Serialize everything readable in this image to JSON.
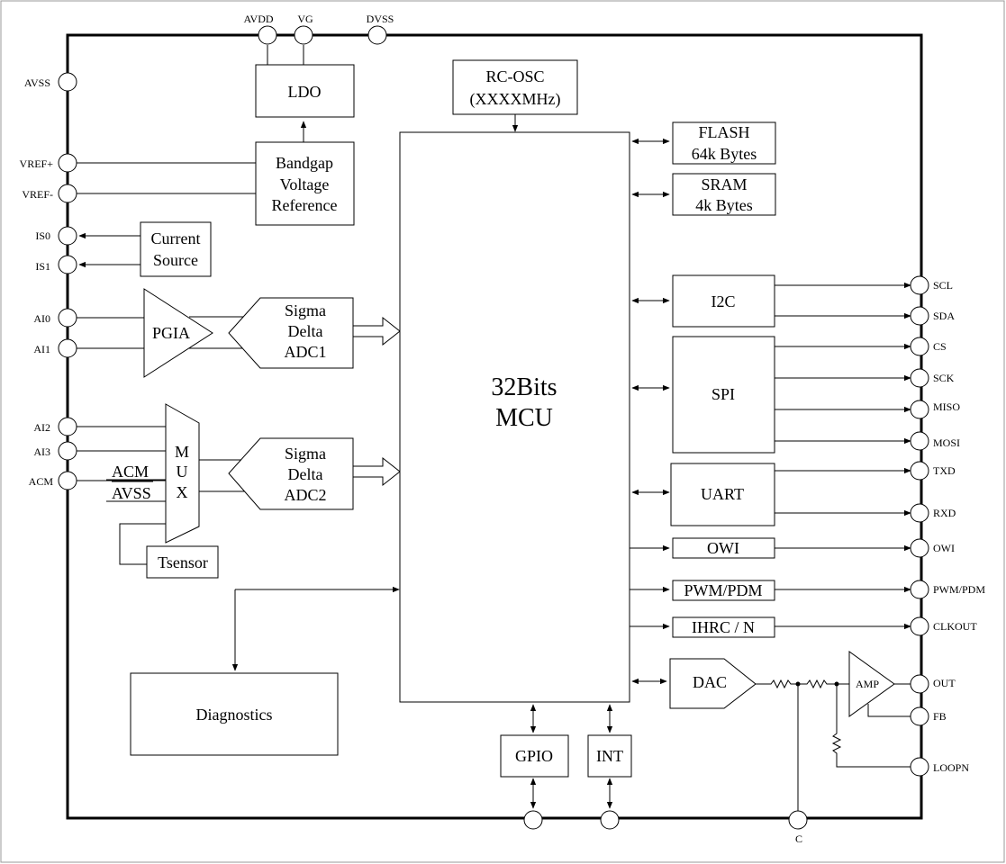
{
  "top_pins": {
    "avdd": "AVDD",
    "vg": "VG",
    "dvss": "DVSS"
  },
  "left_pins": {
    "avss": "AVSS",
    "vref_plus": "VREF+",
    "vref_minus": "VREF-",
    "is0": "IS0",
    "is1": "IS1",
    "ai0": "AI0",
    "ai1": "AI1",
    "ai2": "AI2",
    "ai3": "AI3",
    "acm": "ACM"
  },
  "right_pins": {
    "scl": "SCL",
    "sda": "SDA",
    "cs": "CS",
    "sck": "SCK",
    "miso": "MISO",
    "mosi": "MOSI",
    "txd": "TXD",
    "rxd": "RXD",
    "owi": "OWI",
    "pwm_pdm": "PWM/PDM",
    "clkout": "CLKOUT",
    "out": "OUT",
    "fb": "FB",
    "loopn": "LOOPN"
  },
  "bottom_pins": {
    "c": "C"
  },
  "blocks": {
    "ldo": "LDO",
    "rc_osc": [
      "RC-OSC",
      "(XXXXMHz)"
    ],
    "bandgap": [
      "Bandgap",
      "Voltage",
      "Reference"
    ],
    "current_source": [
      "Current",
      "Source"
    ],
    "pgia": "PGIA",
    "adc1": [
      "Sigma",
      "Delta",
      "ADC1"
    ],
    "adc2": [
      "Sigma",
      "Delta",
      "ADC2"
    ],
    "mux": [
      "M",
      "U",
      "X"
    ],
    "mux_inputs": {
      "acm": "ACM",
      "avss": "AVSS"
    },
    "tsensor": "Tsensor",
    "mcu": [
      "32Bits",
      "MCU"
    ],
    "flash": [
      "FLASH",
      "64k Bytes"
    ],
    "sram": [
      "SRAM",
      "4k Bytes"
    ],
    "i2c": "I2C",
    "spi": "SPI",
    "uart": "UART",
    "owi": "OWI",
    "pwm_pdm": "PWM/PDM",
    "ihrc": "IHRC / N",
    "dac": "DAC",
    "amp": "AMP",
    "diagnostics": "Diagnostics",
    "gpio": "GPIO",
    "int": "INT"
  }
}
